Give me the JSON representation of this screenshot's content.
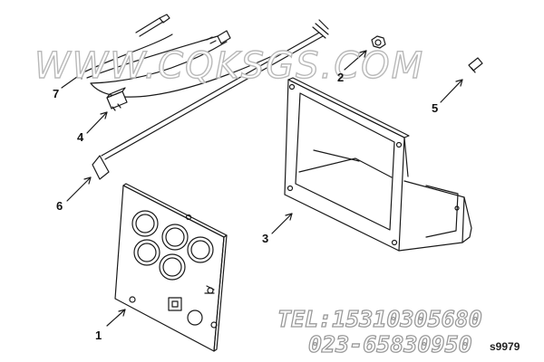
{
  "callouts": {
    "c1": "1",
    "c2": "2",
    "c3": "3",
    "c4": "4",
    "c5": "5",
    "c6": "6",
    "c7": "7"
  },
  "watermark": "WWW.CQKSGS.COM",
  "contact": {
    "tel": "TEL:15310305680",
    "phone": "023-65830950"
  },
  "figure_code": "s9979",
  "colors": {
    "line": "#1a1a1a",
    "watermark_outline": "#b9b9b9"
  }
}
